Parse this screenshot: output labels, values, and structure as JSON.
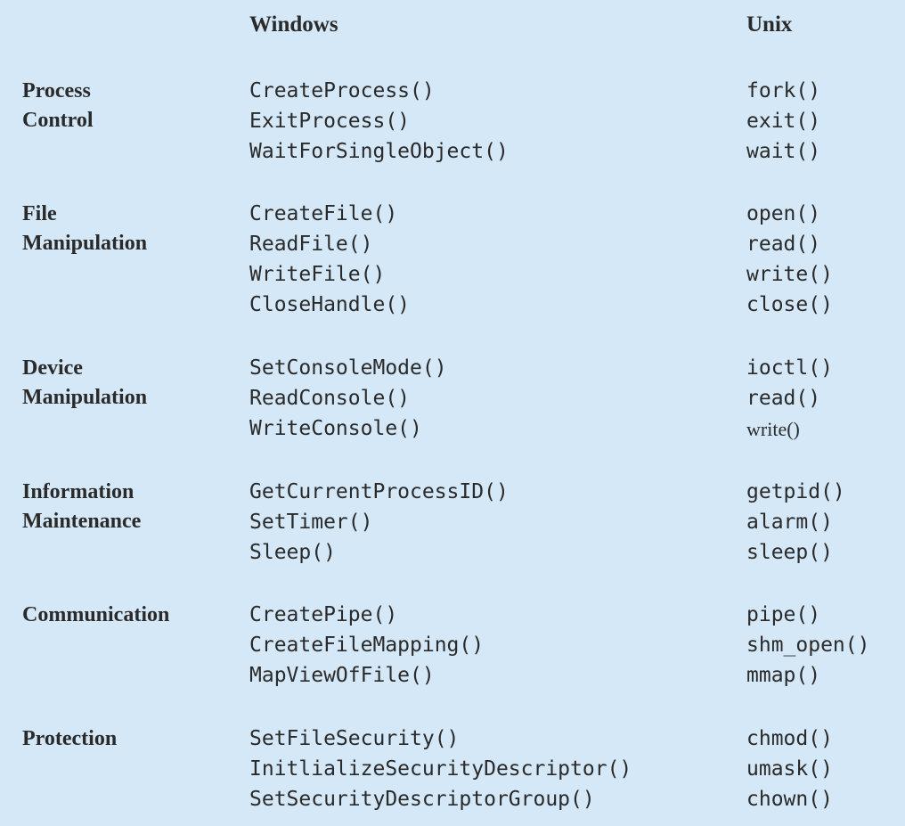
{
  "headers": {
    "windows": "Windows",
    "unix": "Unix"
  },
  "groups": [
    {
      "category": [
        "Process",
        "Control"
      ],
      "rows": [
        {
          "windows": "CreateProcess()",
          "unix": "fork()"
        },
        {
          "windows": "ExitProcess()",
          "unix": "exit()"
        },
        {
          "windows": "WaitForSingleObject()",
          "unix": "wait()"
        }
      ]
    },
    {
      "category": [
        "File",
        "Manipulation"
      ],
      "rows": [
        {
          "windows": "CreateFile()",
          "unix": "open()"
        },
        {
          "windows": "ReadFile()",
          "unix": "read()"
        },
        {
          "windows": "WriteFile()",
          "unix": "write()"
        },
        {
          "windows": "CloseHandle()",
          "unix": "close()"
        }
      ]
    },
    {
      "category": [
        "Device",
        "Manipulation"
      ],
      "rows": [
        {
          "windows": "SetConsoleMode()",
          "unix": "ioctl()"
        },
        {
          "windows": "ReadConsole()",
          "unix": "read()"
        },
        {
          "windows": "WriteConsole()",
          "unix": "write()"
        }
      ]
    },
    {
      "category": [
        "Information",
        "Maintenance"
      ],
      "rows": [
        {
          "windows": "GetCurrentProcessID()",
          "unix": "getpid()"
        },
        {
          "windows": "SetTimer()",
          "unix": "alarm()"
        },
        {
          "windows": "Sleep()",
          "unix": "sleep()"
        }
      ]
    },
    {
      "category": [
        "Communication"
      ],
      "rows": [
        {
          "windows": "CreatePipe()",
          "unix": "pipe()"
        },
        {
          "windows": "CreateFileMapping()",
          "unix": "shm_open()"
        },
        {
          "windows": "MapViewOfFile()",
          "unix": "mmap()"
        }
      ]
    },
    {
      "category": [
        "Protection"
      ],
      "rows": [
        {
          "windows": "SetFileSecurity()",
          "unix": "chmod()"
        },
        {
          "windows": "InitlializeSecurityDescriptor()",
          "unix": "umask()"
        },
        {
          "windows": "SetSecurityDescriptorGroup()",
          "unix": "chown()"
        }
      ]
    }
  ]
}
